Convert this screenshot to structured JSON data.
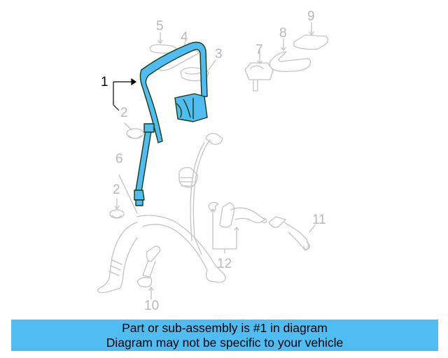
{
  "diagram": {
    "colors": {
      "highlight_fill": "#4fbcf2",
      "highlight_stroke": "#1a3a12",
      "ghost_stroke": "#c4c4c4",
      "label_gray": "#b8b8b8",
      "label_active": "#000000"
    },
    "callouts": [
      {
        "id": "1",
        "label": "1",
        "highlighted": true
      },
      {
        "id": "2a",
        "label": "2"
      },
      {
        "id": "2b",
        "label": "2"
      },
      {
        "id": "3",
        "label": "3"
      },
      {
        "id": "4",
        "label": "4"
      },
      {
        "id": "5",
        "label": "5"
      },
      {
        "id": "6",
        "label": "6"
      },
      {
        "id": "7",
        "label": "7"
      },
      {
        "id": "8",
        "label": "8"
      },
      {
        "id": "9",
        "label": "9"
      },
      {
        "id": "10",
        "label": "10"
      },
      {
        "id": "11",
        "label": "11"
      },
      {
        "id": "12",
        "label": "12"
      }
    ]
  },
  "banner": {
    "line1": "Part or sub-assembly is #1 in diagram",
    "line2": "Diagram may not be specific to your vehicle",
    "background": "#4fbcf2"
  }
}
